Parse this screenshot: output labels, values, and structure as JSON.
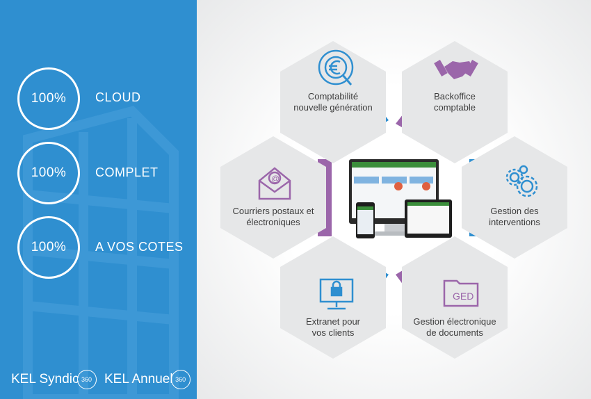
{
  "claims": [
    {
      "percent": "100%",
      "label": "CLOUD"
    },
    {
      "percent": "100%",
      "label": "COMPLET"
    },
    {
      "percent": "100%",
      "label": "A VOS COTES"
    }
  ],
  "brands": [
    {
      "name": "KEL Syndic",
      "badge": "360"
    },
    {
      "name": "KEL Annuel",
      "badge": "360"
    }
  ],
  "services": [
    {
      "line1": "Comptabilité",
      "line2": "nouvelle génération",
      "icon": "euro-target-icon"
    },
    {
      "line1": "Backoffice",
      "line2": "comptable",
      "icon": "handshake-icon"
    },
    {
      "line1": "Courriers postaux et",
      "line2": "électroniques",
      "icon": "email-icon"
    },
    {
      "line1": "Gestion des",
      "line2": "interventions",
      "icon": "gears-icon"
    },
    {
      "line1": "Extranet pour",
      "line2": "vos clients",
      "icon": "locked-monitor-icon"
    },
    {
      "line1": "Gestion électronique",
      "line2": "de documents",
      "icon": "ged-folder-icon"
    }
  ],
  "ged_label": "GED",
  "colors": {
    "blue": "#2f8fd0",
    "purple": "#9b66aa",
    "hex": "#e6e7e8",
    "text": "#3d3d3d"
  }
}
